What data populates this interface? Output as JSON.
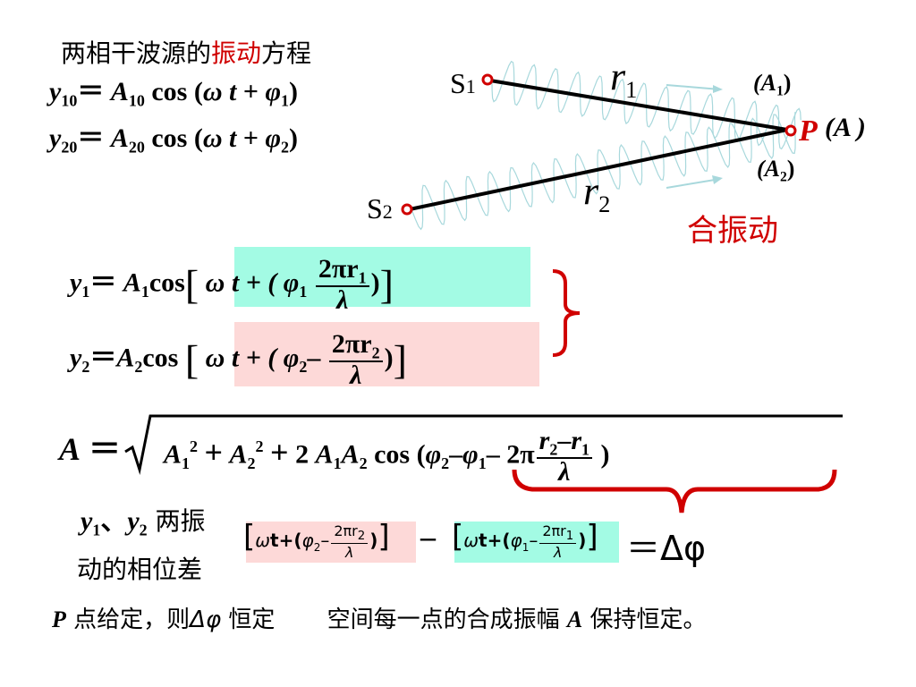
{
  "title": {
    "part1": "两相干波源的",
    "part2": "振动",
    "part3": "方程"
  },
  "colors": {
    "red": "#d00000",
    "cyan": "#a3fbe4",
    "pink": "#fdd9d8",
    "wave": "#a8d8dc"
  },
  "source_eqs": [
    [
      {
        "t": "y",
        "s": "it"
      },
      {
        "t": "10",
        "s": "sub"
      },
      {
        "t": "＝ ",
        "s": ""
      },
      {
        "t": "A",
        "s": "it"
      },
      {
        "t": "10",
        "s": "sub"
      },
      {
        "t": " cos (",
        "s": ""
      },
      {
        "t": "ω t",
        "s": "it"
      },
      {
        "t": " + ",
        "s": ""
      },
      {
        "t": "φ",
        "s": "it"
      },
      {
        "t": "1",
        "s": "sub"
      },
      {
        "t": ")",
        "s": ""
      }
    ],
    [
      {
        "t": "y",
        "s": "it"
      },
      {
        "t": "20",
        "s": "sub"
      },
      {
        "t": "＝ ",
        "s": ""
      },
      {
        "t": "A",
        "s": "it"
      },
      {
        "t": "20",
        "s": "sub"
      },
      {
        "t": " cos (",
        "s": ""
      },
      {
        "t": "ω t",
        "s": "it"
      },
      {
        "t": " + ",
        "s": ""
      },
      {
        "t": "φ",
        "s": "it"
      },
      {
        "t": "2",
        "s": "sub"
      },
      {
        "t": ")",
        "s": ""
      }
    ]
  ],
  "diagram": {
    "s1": "S",
    "s1_sub": "1",
    "s2": "S",
    "s2_sub": "2",
    "r1": "r",
    "r1_sub": "1",
    "r2": "r",
    "r2_sub": "2",
    "a1": "(A",
    "a1_sub": "1",
    "a1_close": ")",
    "a2": "(A",
    "a2_sub": "2",
    "a2_close": ")",
    "p": "P",
    "pa": "(A )",
    "combined": "合振动"
  },
  "y1": {
    "lhs": "y",
    "lhs_sub": "1",
    "eq": "＝ ",
    "A": "A",
    "A_sub": "1",
    "cos": "cos",
    "open": "[",
    "body": "ω  t + ( φ",
    "phi_sub": "1",
    "num": "2πr",
    "num_sub": "1",
    "den": "λ",
    "close": ")",
    "close_bk": "]"
  },
  "y2": {
    "lhs": "y",
    "lhs_sub": "2",
    "eq": "＝",
    "A": "A",
    "A_sub": "2",
    "cos": "cos ",
    "open": "[",
    "body": "ω  t + ( φ",
    "phi_sub": "2",
    "num": "2πr",
    "num_sub": "2",
    "den": "λ",
    "close": ")",
    "close_bk": "]"
  },
  "amp": {
    "A": "A",
    "eq": "＝",
    "a1": "A",
    "a1_sub": "1",
    "a1_sup": "2",
    "plus1": "+",
    "a2": "A",
    "a2_sub": "2",
    "a2_sup": "2",
    "plus2": "+",
    "two": "2",
    "a1b": "A",
    "a1b_sub": "1",
    "a2b": "A",
    "a2b_sub": "2",
    "cos": "cos (",
    "phi2": "φ",
    "phi2_sub": "2",
    "minus1": "–",
    "phi1": "φ",
    "phi1_sub": "1",
    "minus2": "–",
    "twopi": "2π",
    "num_r2": "r",
    "num_r2_sub": "2",
    "num_minus": "–",
    "num_r1": "r",
    "num_r1_sub": "1",
    "den": "λ",
    "close": ")"
  },
  "phase_diff": {
    "label_y1": "y",
    "label_y1_sub": "1",
    "label_sep": "、",
    "label_y2": "y",
    "label_y2_sub": "2",
    "label_cn1": " 两振",
    "label_cn2": "动的相位差",
    "term2": {
      "open": "[",
      "w": "ω",
      "t": "t+(",
      "phi": "φ",
      "phi_sub": "2",
      "minus": "–",
      "num": "2πr",
      "num_sub": "2",
      "den": "λ",
      "close": ")",
      "close_bk": "]"
    },
    "minus": "–",
    "term1": {
      "open": "[",
      "w": "ω",
      "t": "t+(",
      "phi": "φ",
      "phi_sub": "1",
      "minus": "–",
      "num": "2πr",
      "num_sub": "1",
      "den": "λ",
      "close": ")",
      "close_bk": "]"
    },
    "result": "＝Δφ"
  },
  "conclusion": {
    "p": "P",
    "text1": " 点给定，则",
    "delta": "Δφ",
    "text2": " 恒定",
    "text3": "空间每一点的合成振幅 ",
    "A": "A",
    "text4": " 保持恒定。"
  }
}
